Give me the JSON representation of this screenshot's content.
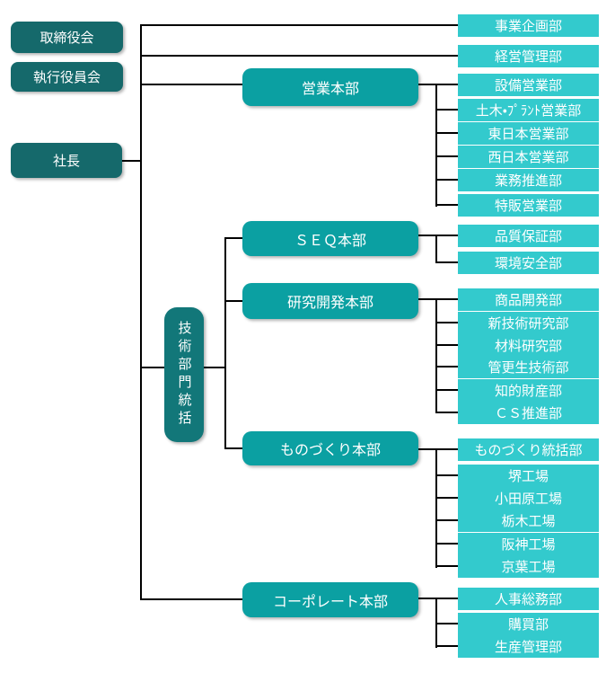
{
  "org_chart": {
    "governance": [
      {
        "label": "取締役会"
      },
      {
        "label": "執行役員会"
      }
    ],
    "president": {
      "label": "社長"
    },
    "tech_supervision": {
      "label": "技術部門統括"
    },
    "divisions": [
      {
        "label": "営業本部"
      },
      {
        "label": "ＳＥＱ本部"
      },
      {
        "label": "研究開発本部"
      },
      {
        "label": "ものづくり本部"
      },
      {
        "label": "コーポレート本部"
      }
    ],
    "departments": [
      {
        "label": "事業企画部"
      },
      {
        "label": "経営管理部"
      },
      {
        "label": "設備営業部"
      },
      {
        "label": "土木・ﾌﾟﾗﾝﾄ営業部"
      },
      {
        "label": "東日本営業部"
      },
      {
        "label": "西日本営業部"
      },
      {
        "label": "業務推進部"
      },
      {
        "label": "特販営業部"
      },
      {
        "label": "品質保証部"
      },
      {
        "label": "環境安全部"
      },
      {
        "label": "商品開発部"
      },
      {
        "label": "新技術研究部"
      },
      {
        "label": "材料研究部"
      },
      {
        "label": "管更生技術部"
      },
      {
        "label": "知的財産部"
      },
      {
        "label": "ＣＳ推進部"
      },
      {
        "label": "ものづくり統括部"
      },
      {
        "label": "堺工場"
      },
      {
        "label": "小田原工場"
      },
      {
        "label": "栃木工場"
      },
      {
        "label": "阪神工場"
      },
      {
        "label": "京葉工場"
      },
      {
        "label": "人事総務部"
      },
      {
        "label": "購買部"
      },
      {
        "label": "生産管理部"
      }
    ]
  },
  "colors": {
    "governance_box": "#15696B",
    "tech_box": "#127779",
    "division_box": "#0BA0A2",
    "department_box": "#33CACD",
    "connector": "#000000",
    "box_text": "#FFFFFF",
    "background": "#FFFFFF"
  }
}
